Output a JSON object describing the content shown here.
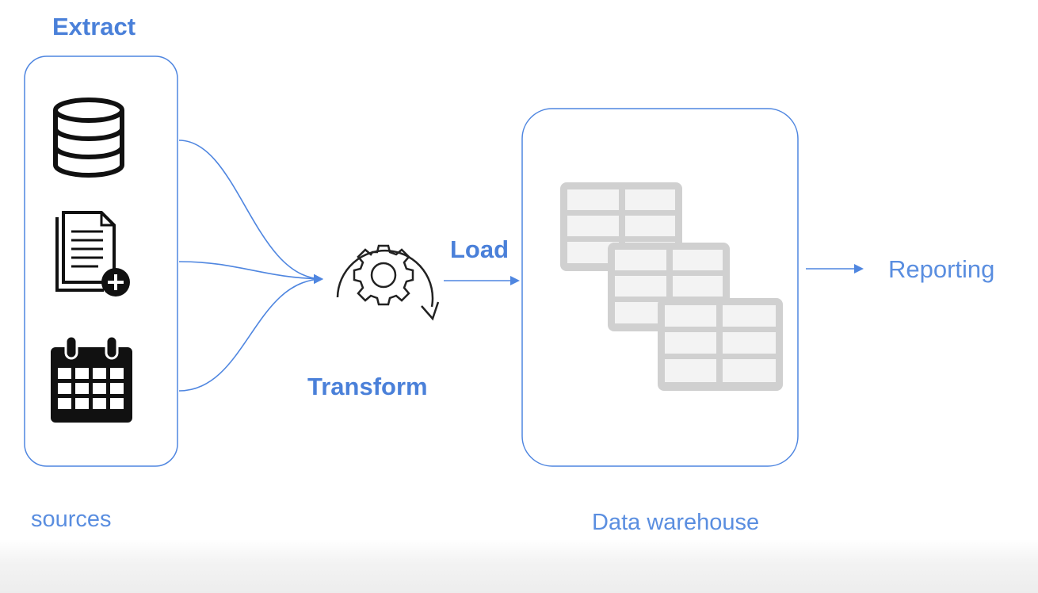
{
  "labels": {
    "extract": "Extract",
    "sources": "sources",
    "transform": "Transform",
    "load": "Load",
    "data_warehouse": "Data warehouse",
    "reporting": "Reporting"
  },
  "icons": {
    "sources": [
      "database-icon",
      "document-add-icon",
      "calendar-icon"
    ],
    "transform": "gear-cycle-icon",
    "warehouse": "data-tables-icon"
  },
  "colors": {
    "accent": "#4a80d9",
    "line": "#4f86e0",
    "icon": "#111111",
    "table": "#d0d0d0"
  }
}
